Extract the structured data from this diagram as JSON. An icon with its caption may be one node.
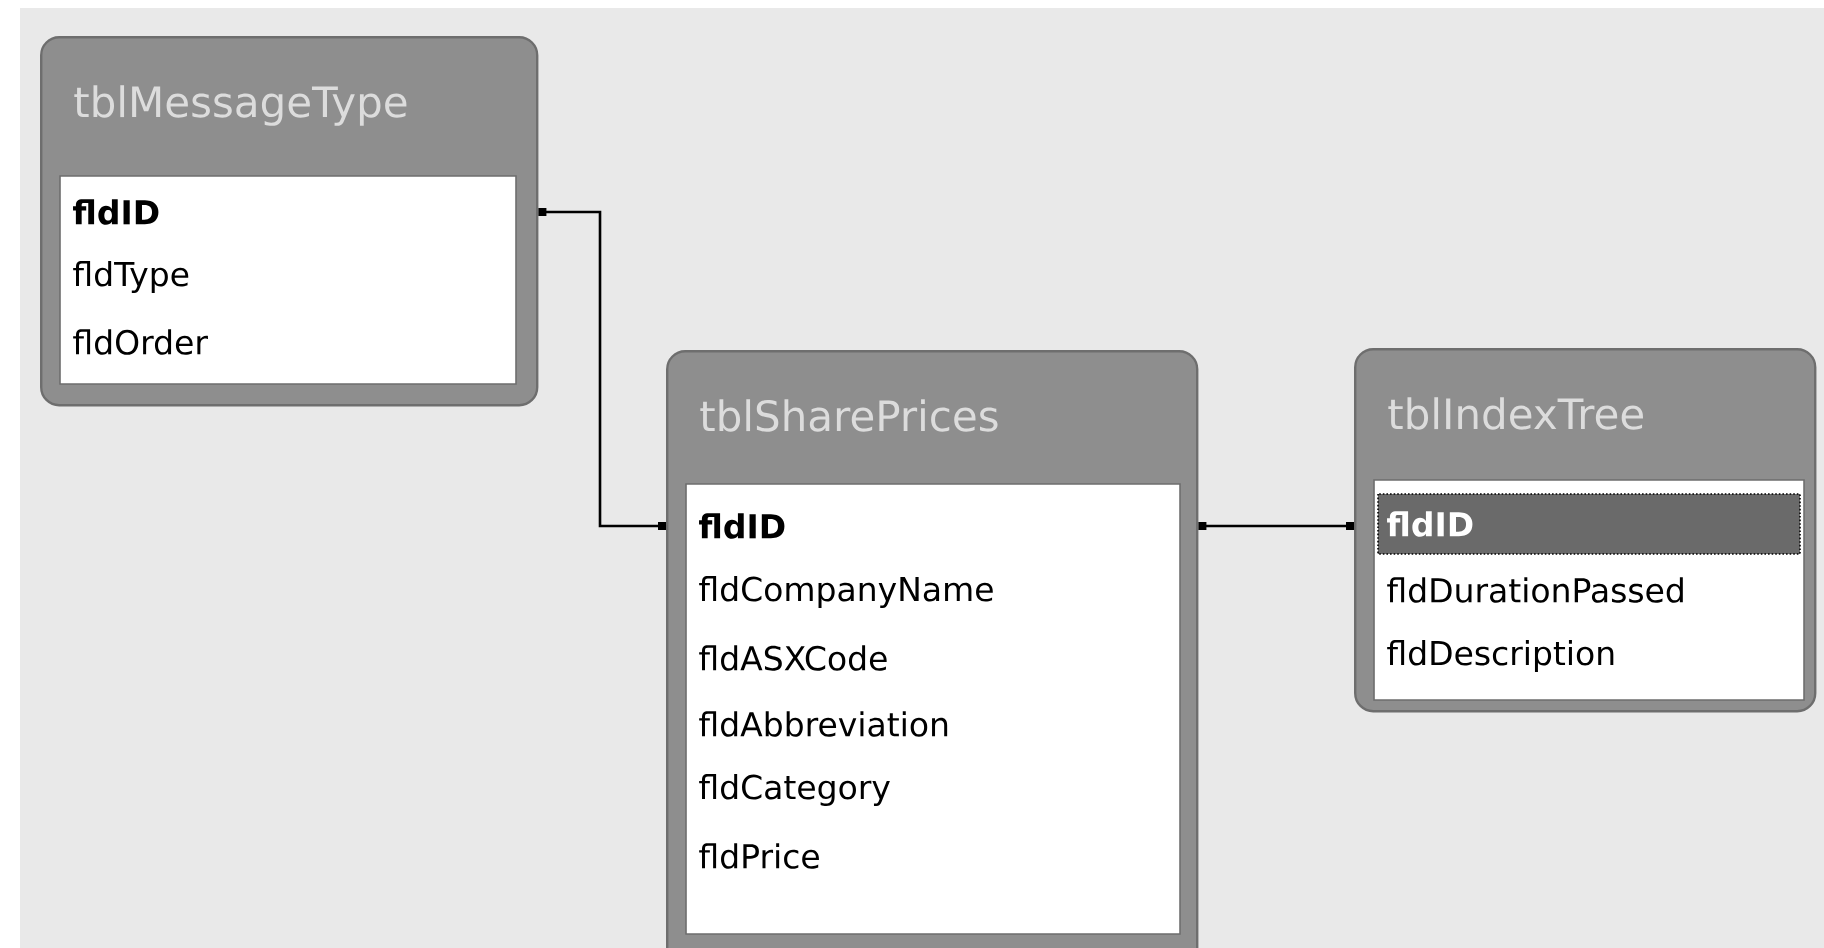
{
  "diagram": {
    "nodes": [
      {
        "text": [
          "tblMessageType"
        ]
      },
      {
        "text": [
          "fldID"
        ],
        "in": 0
      },
      {
        "text": [
          "fldType"
        ],
        "in": 0
      },
      {
        "text": [
          "fldOrder"
        ],
        "in": 0
      },
      {
        "text": [
          "tblSharePrices"
        ]
      },
      {
        "text": [
          "fldID"
        ],
        "in": 4
      },
      {
        "text": [
          "fldCompanyName"
        ],
        "in": 4
      },
      {
        "text": [
          "fldASXCode"
        ],
        "in": 4
      },
      {
        "text": [
          "fldAbbreviation"
        ],
        "in": 4
      },
      {
        "text": [
          "fldCategory"
        ],
        "in": 4
      },
      {
        "text": [
          "fldPrice"
        ],
        "in": 4
      },
      {
        "text": [
          "tblIndexTree"
        ]
      },
      {
        "text": [
          "fldID"
        ],
        "in": 11
      },
      {
        "text": [
          "fldDurationPassed"
        ],
        "in": 11
      },
      {
        "text": [
          "fldDescription"
        ],
        "in": 11
      }
    ],
    "edges": [
      {
        "from": 0,
        "to": 4,
        "arrow": "other"
      },
      {
        "from": 4,
        "to": 11,
        "arrow": "other"
      }
    ]
  }
}
